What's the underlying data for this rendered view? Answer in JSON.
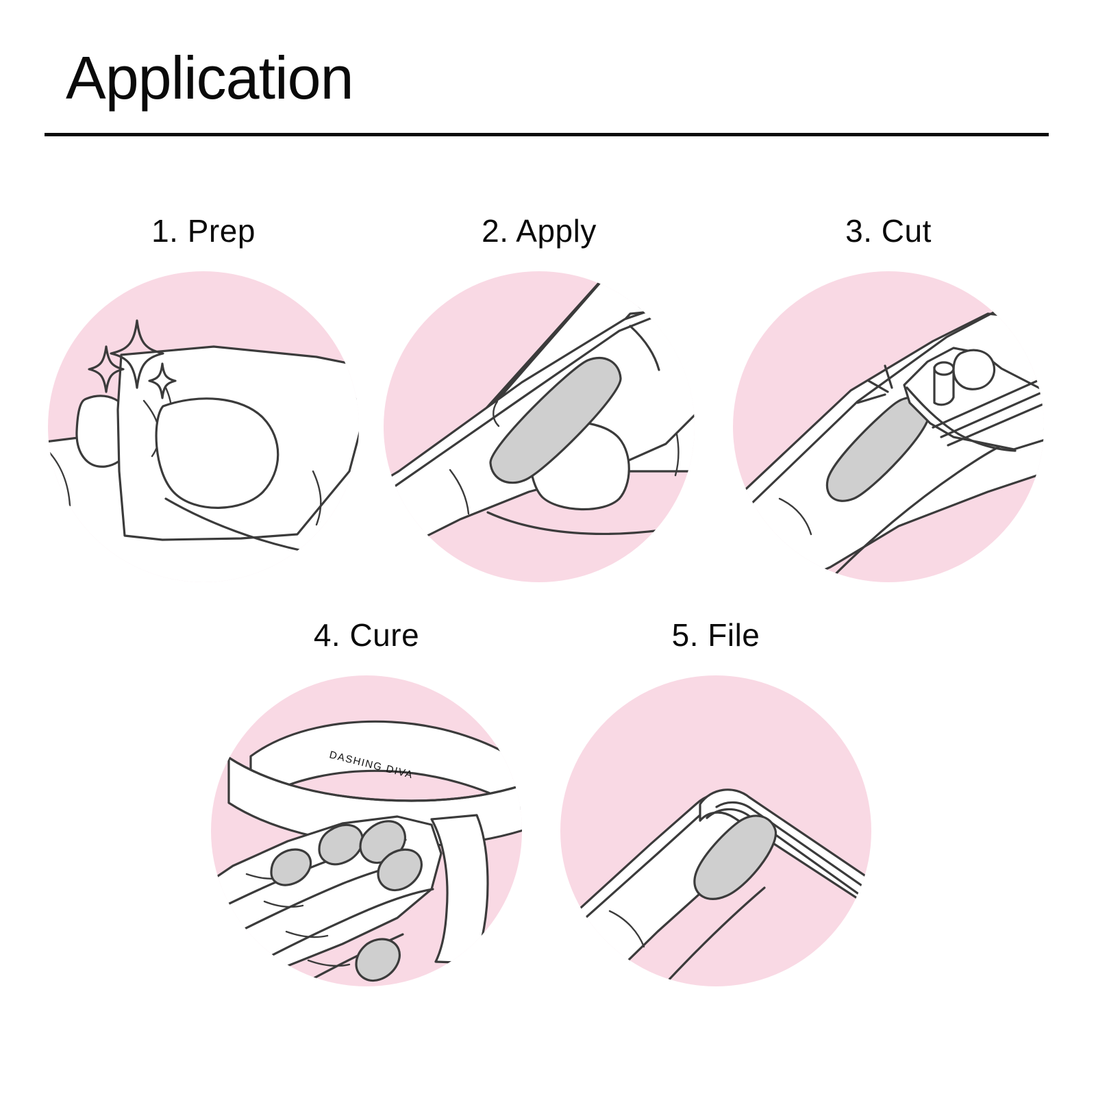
{
  "header": {
    "title": "Application"
  },
  "colors": {
    "blob_pink": "#f9d9e4",
    "nail_gray": "#cfcfcf",
    "line": "#3b3b3b",
    "text": "#0a0a0a",
    "background": "#ffffff"
  },
  "steps": [
    {
      "number": "1",
      "label": "1. Prep",
      "illustration": "hand-wiping-nail-with-cloth-and-sparkles",
      "icons": [
        "sparkle-icon",
        "wipe-cloth-icon",
        "hand-icon",
        "nail-icon"
      ]
    },
    {
      "number": "2",
      "label": "2. Apply",
      "illustration": "finger-pressing-gel-strip-onto-nail",
      "icons": [
        "gel-strip-icon",
        "finger-icon",
        "nail-icon"
      ]
    },
    {
      "number": "3",
      "label": "3. Cut",
      "illustration": "nail-clipper-trimming-gel-nail",
      "icons": [
        "nail-clipper-icon",
        "action-lines-icon",
        "nail-icon"
      ]
    },
    {
      "number": "4",
      "label": "4. Cure",
      "illustration": "hand-under-uv-lamp",
      "brand": "DASHING DIVA",
      "icons": [
        "uv-lamp-icon",
        "hand-icon",
        "nail-icon"
      ]
    },
    {
      "number": "5",
      "label": "5. File",
      "illustration": "nail-file-shaping-nail-edge",
      "icons": [
        "nail-file-icon",
        "finger-icon",
        "nail-icon"
      ]
    }
  ]
}
